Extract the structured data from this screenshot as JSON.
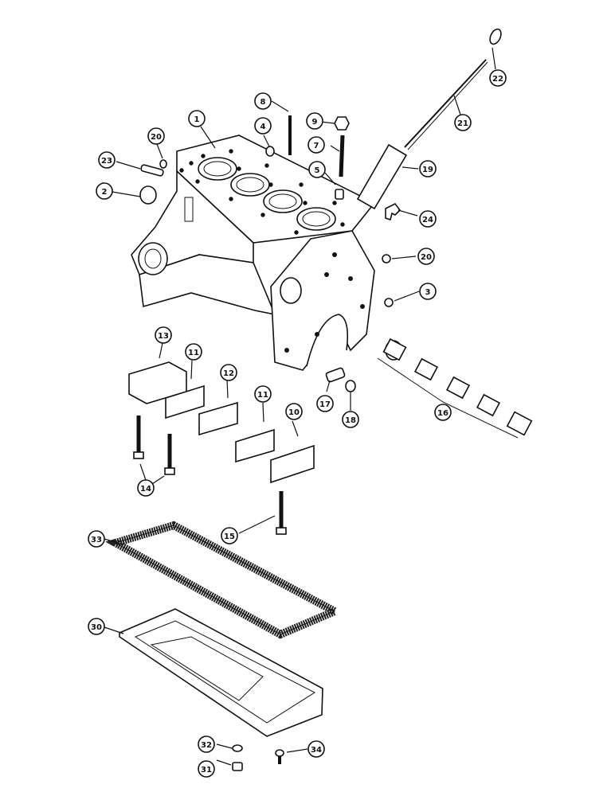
{
  "diagram": {
    "type": "exploded parts diagram",
    "callouts": [
      {
        "id": "c1",
        "label": "1"
      },
      {
        "id": "c2",
        "label": "2"
      },
      {
        "id": "c3",
        "label": "3"
      },
      {
        "id": "c4",
        "label": "4"
      },
      {
        "id": "c5",
        "label": "5"
      },
      {
        "id": "c7",
        "label": "7"
      },
      {
        "id": "c8",
        "label": "8"
      },
      {
        "id": "c9",
        "label": "9"
      },
      {
        "id": "c10",
        "label": "10"
      },
      {
        "id": "c11a",
        "label": "11"
      },
      {
        "id": "c11b",
        "label": "11"
      },
      {
        "id": "c12",
        "label": "12"
      },
      {
        "id": "c13",
        "label": "13"
      },
      {
        "id": "c14",
        "label": "14"
      },
      {
        "id": "c15",
        "label": "15"
      },
      {
        "id": "c16",
        "label": "16"
      },
      {
        "id": "c17",
        "label": "17"
      },
      {
        "id": "c18",
        "label": "18"
      },
      {
        "id": "c19",
        "label": "19"
      },
      {
        "id": "c20a",
        "label": "20"
      },
      {
        "id": "c20b",
        "label": "20"
      },
      {
        "id": "c21",
        "label": "21"
      },
      {
        "id": "c22",
        "label": "22"
      },
      {
        "id": "c23",
        "label": "23"
      },
      {
        "id": "c24",
        "label": "24"
      },
      {
        "id": "c30",
        "label": "30"
      },
      {
        "id": "c31",
        "label": "31"
      },
      {
        "id": "c32",
        "label": "32"
      },
      {
        "id": "c33",
        "label": "33"
      },
      {
        "id": "c34",
        "label": "34"
      }
    ]
  }
}
